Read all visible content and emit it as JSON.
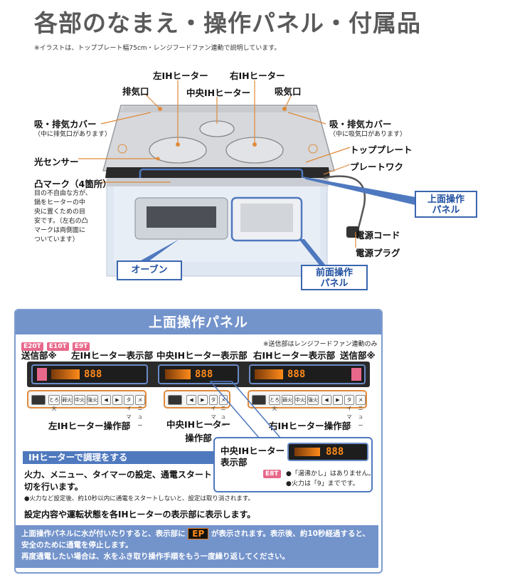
{
  "header": {
    "title": "各部のなまえ・操作パネル・付属品",
    "note": "※イラストは、トッププレート幅75cm・レンジフードファン連動で説明しています。"
  },
  "diagram": {
    "left_heater": "左IHヒーター",
    "right_heater": "右IHヒーター",
    "center_heater": "中央IHヒーター",
    "exhaust_port": "排気口",
    "intake_port": "吸気口",
    "cover_left": "吸・排気カバー",
    "cover_left_sub": "（中に排気口があります）",
    "cover_right": "吸・排気カバー",
    "cover_right_sub": "（中に吸気口があります）",
    "light_sensor": "光センサー",
    "top_plate": "トッププレート",
    "plate_work": "プレートワク",
    "bump_mark": "凸マーク（4箇所）",
    "bump_desc": [
      "目の不自由な方が、",
      "鍋をヒーターの中",
      "央に置くための目",
      "安です。（左右の凸",
      "マークは両側面に",
      "ついています）"
    ],
    "top_panel_1": "上面操作",
    "top_panel_2": "パネル",
    "power_cord": "電源コード",
    "power_plug": "電源プラグ",
    "oven": "オーブン",
    "front_panel_1": "前面操作",
    "front_panel_2": "パネル"
  },
  "panel": {
    "title": "上面操作パネル",
    "models": [
      "E20T",
      "E10T",
      "E9T"
    ],
    "signal_note": "※送信部はレンジフードファン連動のみ",
    "transmitter_left": "送信部※",
    "transmitter_right": "送信部※",
    "left_display": "左IHヒーター表示部",
    "center_display": "中央IHヒーター表示部",
    "right_display": "右IHヒーター表示部",
    "left_ops": "左IHヒーター操作部",
    "center_ops_1": "中央IHヒーター",
    "center_ops_2": "操作部",
    "right_ops": "右IHヒーター操作部",
    "keys": [
      "とろ火",
      "弱火",
      "中火",
      "強火",
      "◀",
      "▶",
      "タイマー",
      "メニュー"
    ],
    "display_digits": "888",
    "callout_title_1": "中央IHヒーター",
    "callout_title_2": "表示部",
    "callout_model": "E8T",
    "callout_note_1": "●「湯沸かし」はありません。",
    "callout_note_2": "●火力は「9」までです。",
    "section_bar": "IHヒーターで調理をする",
    "line1": "火力、メニュー、タイマーの設定、通電スタート・",
    "line2": "切を行います。",
    "small_note": "●火力など設定後、約10秒以内に通電をスタートしないと、設定は取り消されます。",
    "line3": "設定内容や運転状態を各IHヒーターの表示部に表示します。",
    "warn_pre": "上面操作パネルに水が付いたりすると、表示部に",
    "warn_code": "EP",
    "warn_post": "が表示されます。表示後、約10秒経過すると、",
    "warn_line2": "安全のために通電を停止します。",
    "warn_line3": "再度通電したい場合は、水をふき取り操作手順をもう一度繰り返してください。"
  },
  "colors": {
    "accent_blue": "#3a66b0",
    "panel_blue": "#7393cb",
    "orange": "#e08a3a",
    "pink": "#e8688b"
  }
}
